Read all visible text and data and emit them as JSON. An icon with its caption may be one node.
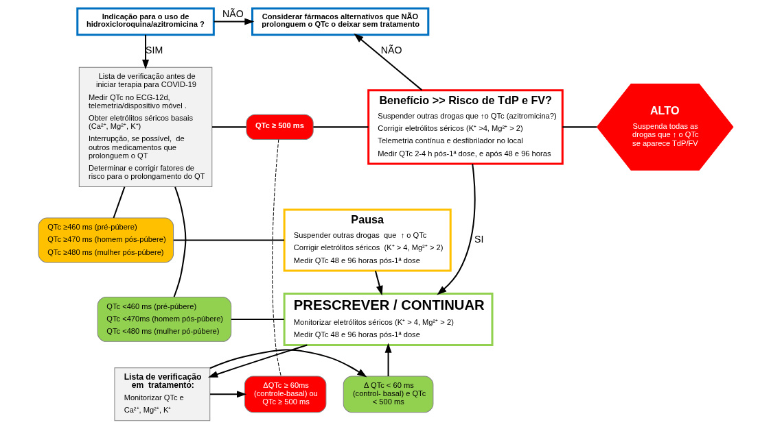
{
  "diagram": {
    "nodes": [
      {
        "text": [
          "Indicação para o uso de hidroxicloroquina/azitromicina ?"
        ]
      },
      {
        "text": [
          "Considerar fármacos alternativos que NÃO prolonguem o QTc o deixar sem tratamento"
        ]
      },
      {
        "text": [
          "Lista de verificação antes de iniciar terapia para COVID-19",
          "Medir QTc no ECG-12d, telemetria/dispositivo móvel .",
          "Obter eletrólitos séricos basais (Ca²⁺, Mg²⁺, K⁺)",
          "Interrupção, se possível,  de outros medicamentos que prolonguem o QT",
          "Determinar e corrigir fatores de risco para o prolongamento do QT"
        ]
      },
      {
        "text": [
          "QTc ≥ 500 ms"
        ]
      },
      {
        "text": [
          "QTc ≥460 ms (pré-púbere)",
          "QTc ≥470 ms (homem pós-púbere)",
          "QTc ≥480 ms (mulher pós-púbere)"
        ]
      },
      {
        "text": [
          "QTc <460 ms (pré-púbere)",
          "QTc <470ms (homem pós-púbere)",
          "QTc <480 ms (mulher pó-púbere)"
        ]
      },
      {
        "text": [
          "Benefício >> Risco de TdP e FV?",
          "Suspender outras drogas que ↑o QTc (azitromicina?)",
          "Corrigir eletrólitos séricos (K⁺ >4, Mg²⁺ > 2)",
          "Telemetria contínua e desfibrilador no local",
          "Medir QTc 2-4 h pós-1ª dose, e após 48 e 96 horas"
        ]
      },
      {
        "text": [
          "ALTO",
          "Suspenda todas as drogas que ↑ o QTc se aparece TdP/FV"
        ]
      },
      {
        "text": [
          "Pausa",
          "Suspender outras drogas  que  ↑ o QTc",
          "Corrigir eletrólitos séricos  (K⁺ > 4, Mg²⁺ > 2)",
          "Medir QTc 48 e 96 horas pós-1ª dose"
        ]
      },
      {
        "text": [
          "PRESCREVER / CONTINUAR",
          "Monitorizar eletrólitos séricos (K⁺ > 4, Mg²⁺ > 2)",
          "Medir QTc 48 e 96 horas pós-1ª dose"
        ]
      },
      {
        "text": [
          "ΔQTc ≥ 60ms (controle-basal) ou QTc ≥ 500 ms"
        ]
      },
      {
        "text": [
          "Lista de verificação em  tratamento:",
          "Monitorizar QTc e",
          "Ca²⁺, Mg²⁺, K⁺"
        ]
      },
      {
        "text": [
          "Δ QTc < 60 ms (control- basal) e QTc < 500 ms"
        ]
      }
    ],
    "edges": [
      {
        "from": 0,
        "to": 1,
        "arrow": "to",
        "label": "NÃO"
      },
      {
        "from": 0,
        "to": 2,
        "arrow": "to",
        "label": "SIM"
      },
      {
        "from": 2,
        "to": 3,
        "arrow": "none"
      },
      {
        "from": 2,
        "to": 4,
        "arrow": "none"
      },
      {
        "from": 2,
        "to": 5,
        "arrow": "none"
      },
      {
        "from": 3,
        "to": 6,
        "arrow": "none"
      },
      {
        "from": 4,
        "to": 8,
        "arrow": "none"
      },
      {
        "from": 5,
        "to": 9,
        "arrow": "none"
      },
      {
        "from": 3,
        "to": 10,
        "arrow": "none",
        "style": "dashed"
      },
      {
        "from": 6,
        "to": 1,
        "arrow": "to",
        "label": "NÃO"
      },
      {
        "from": 6,
        "to": 7,
        "arrow": "none"
      },
      {
        "from": 6,
        "to": 9,
        "arrow": "to",
        "label": "SI"
      },
      {
        "from": 8,
        "to": 9,
        "arrow": "to"
      },
      {
        "from": 9,
        "to": 11,
        "arrow": "to"
      },
      {
        "from": 11,
        "to": 10,
        "arrow": "to"
      },
      {
        "from": 11,
        "to": 12,
        "arrow": "to"
      },
      {
        "from": 12,
        "to": 9,
        "arrow": "to"
      }
    ]
  }
}
